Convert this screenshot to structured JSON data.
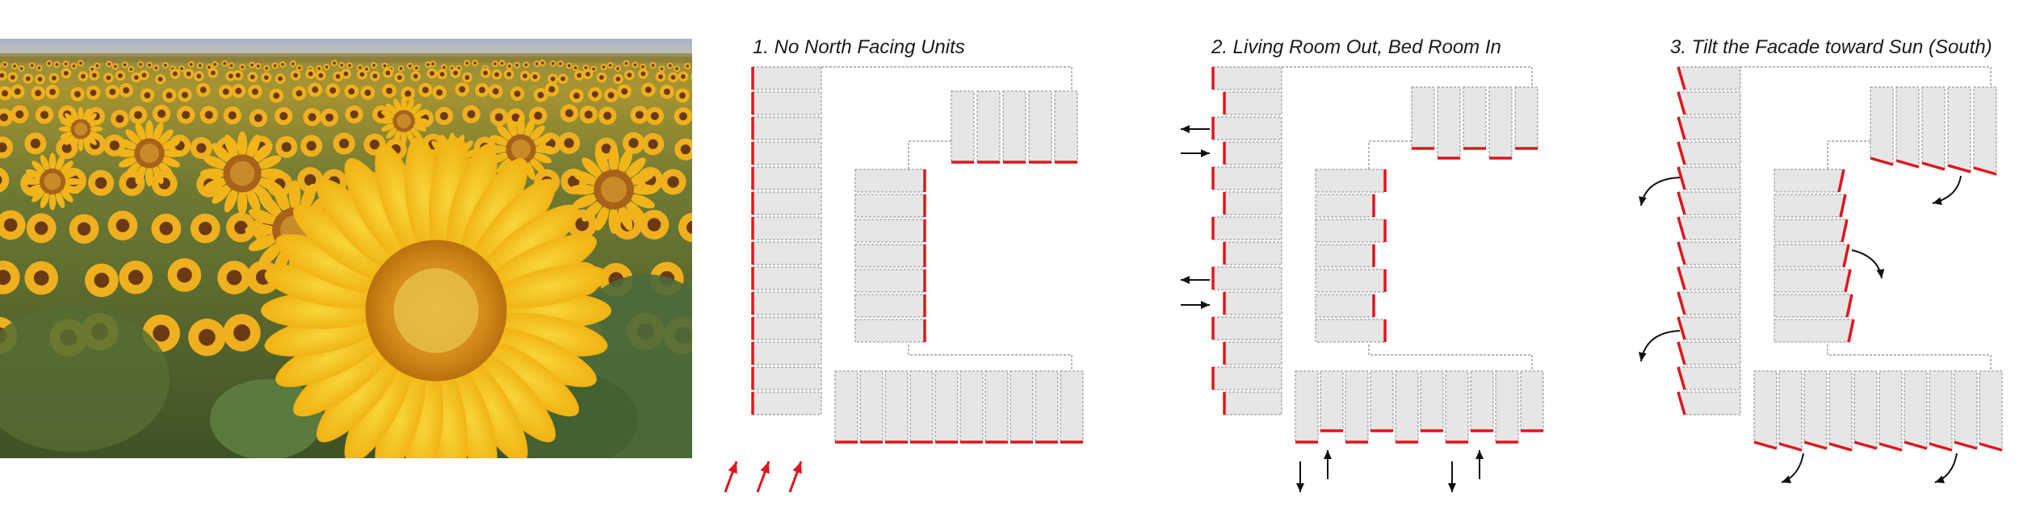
{
  "diagrams": [
    {
      "title": "1. No North Facing Units"
    },
    {
      "title": "2. Living Room Out, Bed Room In"
    },
    {
      "title": "3. Tilt the Facade toward Sun (South)"
    }
  ],
  "colors": {
    "facade_accent": "#e0161b",
    "unit_fill": "#e6e6e6",
    "unit_outline": "#8a8a8a",
    "arrow": "#111111"
  },
  "photo": {
    "subject": "sunflower field"
  }
}
